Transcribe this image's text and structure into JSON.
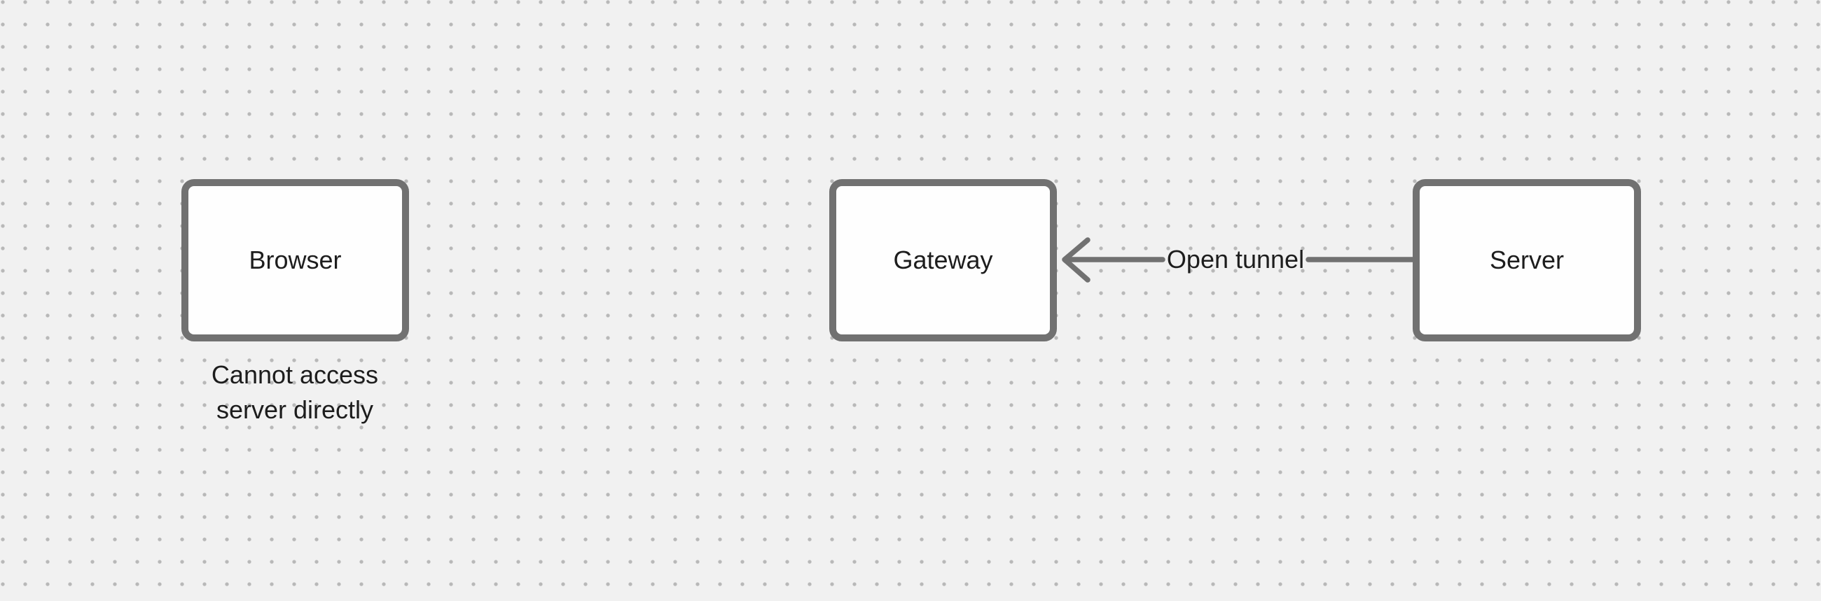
{
  "colors": {
    "background": "#f1f1f1",
    "grid_dot": "#b8b8b8",
    "shape_stroke": "#717171",
    "shape_fill": "#fefefe",
    "text": "#1d1d1d"
  },
  "nodes": [
    {
      "id": "browser",
      "label": "Browser",
      "note": "Cannot access server directly"
    },
    {
      "id": "gateway",
      "label": "Gateway"
    },
    {
      "id": "server",
      "label": "Server"
    }
  ],
  "edges": [
    {
      "from": "server",
      "to": "gateway",
      "label": "Open tunnel",
      "arrowhead": "open-chevron-at-gateway"
    }
  ]
}
